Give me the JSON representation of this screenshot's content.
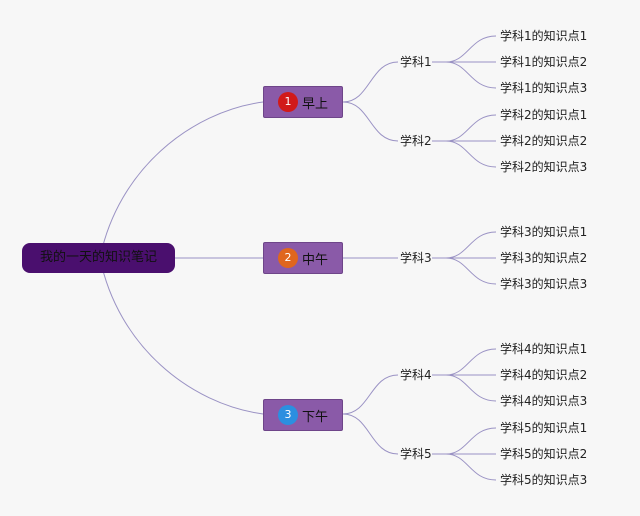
{
  "root": {
    "label": "我的一天的知识笔记",
    "color": "#4a0f6e"
  },
  "line_color": "#9a92c4",
  "branches": [
    {
      "label": "早上",
      "badge": "1",
      "badge_color": "#d11a1a",
      "subjects": [
        {
          "label": "学科1",
          "points": [
            "学科1的知识点1",
            "学科1的知识点2",
            "学科1的知识点3"
          ]
        },
        {
          "label": "学科2",
          "points": [
            "学科2的知识点1",
            "学科2的知识点2",
            "学科2的知识点3"
          ]
        }
      ]
    },
    {
      "label": "中午",
      "badge": "2",
      "badge_color": "#e0661e",
      "subjects": [
        {
          "label": "学科3",
          "points": [
            "学科3的知识点1",
            "学科3的知识点2",
            "学科3的知识点3"
          ]
        }
      ]
    },
    {
      "label": "下午",
      "badge": "3",
      "badge_color": "#2b8fe0",
      "subjects": [
        {
          "label": "学科4",
          "points": [
            "学科4的知识点1",
            "学科4的知识点2",
            "学科4的知识点3"
          ]
        },
        {
          "label": "学科5",
          "points": [
            "学科5的知识点1",
            "学科5的知识点2",
            "学科5的知识点3"
          ]
        }
      ]
    }
  ]
}
